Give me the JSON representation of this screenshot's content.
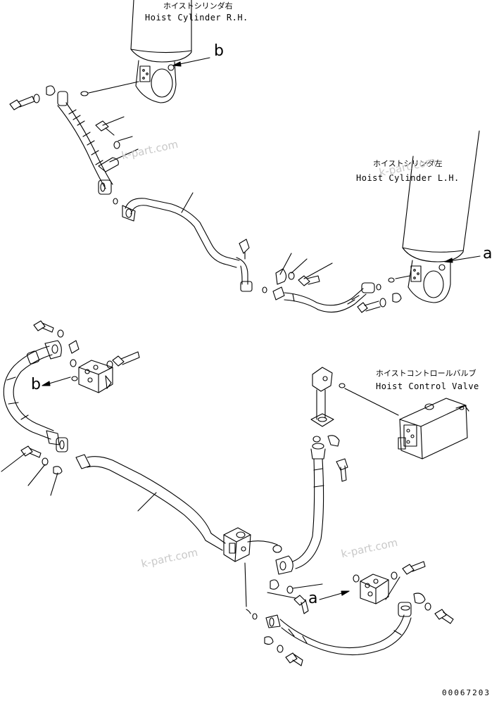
{
  "labels": {
    "hoist_rh_jp": "ホイストシリンダ右",
    "hoist_rh_en": "Hoist Cylinder R.H.",
    "hoist_lh_jp": "ホイストシリンダ左",
    "hoist_lh_en": "Hoist Cylinder L.H.",
    "valve_jp": "ホイストコントロールバルブ",
    "valve_en": "Hoist Control Valve"
  },
  "connection_letters": {
    "b": "b",
    "a": "a"
  },
  "watermark": "k-part.com",
  "drawing_number": "00067203"
}
